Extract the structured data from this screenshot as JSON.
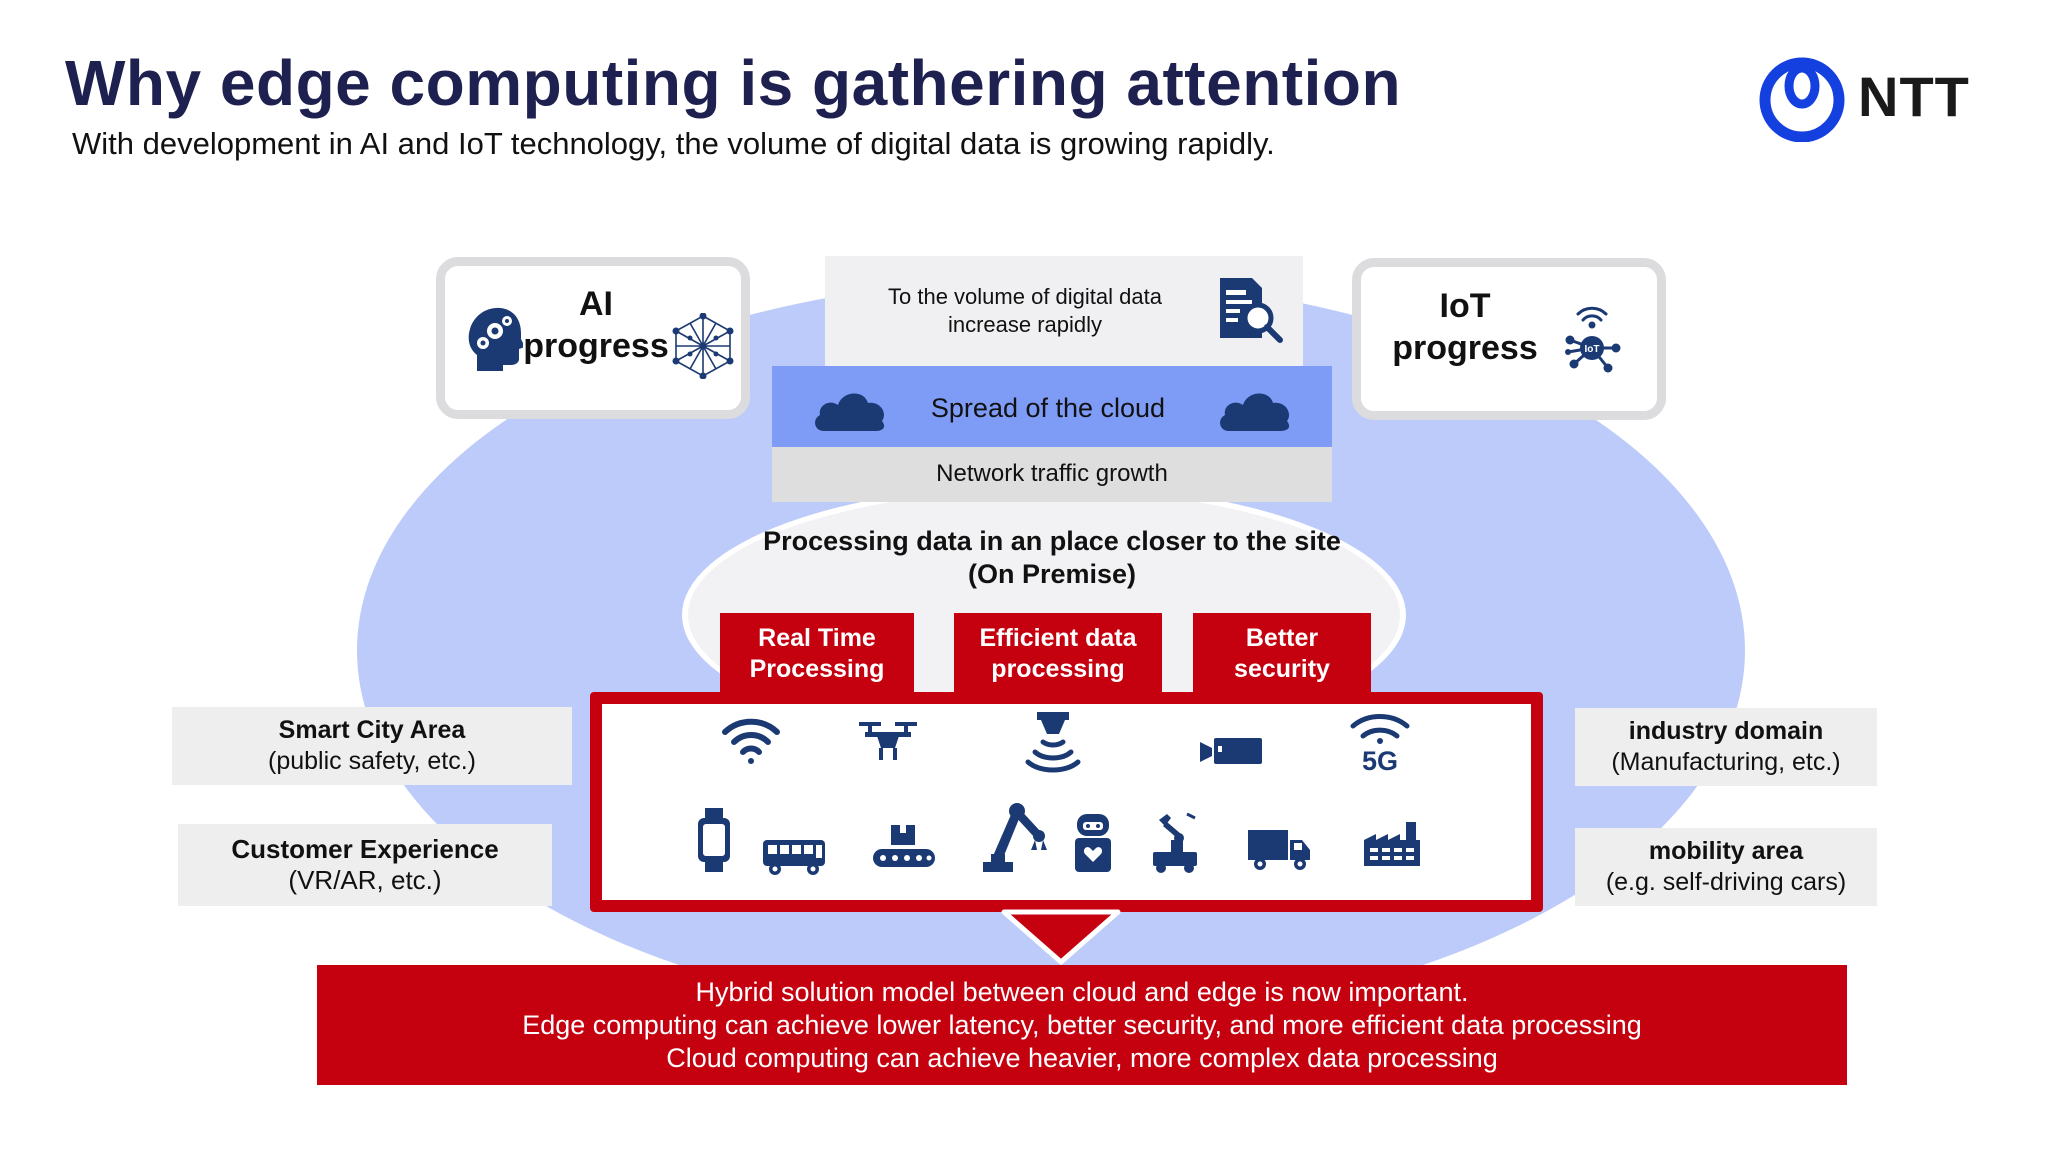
{
  "title": "Why edge computing is gathering attention",
  "subtitle": "With development in AI and IoT technology, the volume of digital data is growing rapidly.",
  "logo": {
    "text": "NTT",
    "color": "#1540e0"
  },
  "ai_callout": {
    "label_line1": "AI",
    "label_line2": "progress"
  },
  "iot_callout": {
    "label_line1": "IoT",
    "label_line2": "progress",
    "icon_badge": "IoT"
  },
  "center_stack": {
    "volume_line1": "To the volume of digital data",
    "volume_line2": "increase rapidly",
    "cloud": "Spread of the cloud",
    "traffic": "Network traffic growth"
  },
  "processing": {
    "line1": "Processing data in an place closer to the site",
    "line2": "(On Premise)"
  },
  "benefits": [
    {
      "line1": "Real Time",
      "line2": "Processing"
    },
    {
      "line1": "Efficient data",
      "line2": "processing"
    },
    {
      "line1": "Better",
      "line2": "security"
    }
  ],
  "side_boxes": {
    "smart_city": {
      "bold": "Smart City Area",
      "normal": "(public safety, etc.)"
    },
    "customer_experience": {
      "bold": "Customer Experience",
      "normal": "(VR/AR, etc.)"
    },
    "industry": {
      "bold": "industry domain",
      "normal": "(Manufacturing, etc.)"
    },
    "mobility": {
      "bold": "mobility area",
      "normal": "(e.g. self-driving cars)"
    }
  },
  "edge_icons": {
    "row1": [
      "wifi-icon",
      "drone-icon",
      "sensor-icon",
      "camera-icon",
      "5g-icon"
    ],
    "row2": [
      "smartwatch-icon",
      "bus-icon",
      "conveyor-icon",
      "robot-arm-icon",
      "service-robot-icon",
      "agv-robot-icon",
      "truck-icon",
      "factory-icon"
    ],
    "five_g_label": "5G"
  },
  "summary": {
    "line1": "Hybrid solution model between cloud and edge is now important.",
    "line2": "Edge computing can achieve lower latency, better security, and more efficient data processing",
    "line3": "Cloud computing can achieve heavier, more complex data processing"
  },
  "colors": {
    "title": "#1e2050",
    "accent_red": "#c5000f",
    "ellipse": "#bccbfa",
    "cloud_band": "#7e9bf6",
    "icon_blue": "#1b3a73"
  }
}
